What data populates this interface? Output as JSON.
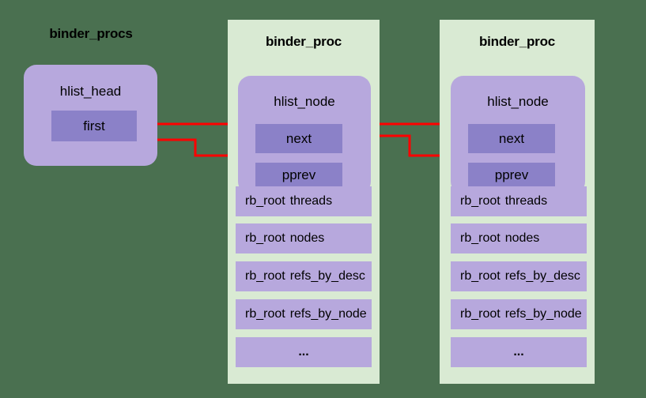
{
  "background_color": "#4a7050",
  "palette": {
    "proc_container": "#d9ead3",
    "node_container": "#b7a8dd",
    "field": "#8b81c8",
    "arrow": "#ff0000",
    "text": "#000000"
  },
  "list_head": {
    "title": "binder_procs",
    "node_label": "hlist_head",
    "field_label": "first"
  },
  "procs": [
    {
      "title": "binder_proc",
      "node_label": "hlist_node",
      "next_label": "next",
      "pprev_label": "pprev",
      "rows": [
        {
          "type": "rb_root",
          "name": "threads"
        },
        {
          "type": "rb_root",
          "name": "nodes"
        },
        {
          "type": "rb_root",
          "name": "refs_by_desc"
        },
        {
          "type": "rb_root",
          "name": "refs_by_node"
        },
        {
          "type": "",
          "name": "..."
        }
      ]
    },
    {
      "title": "binder_proc",
      "node_label": "hlist_node",
      "next_label": "next",
      "pprev_label": "pprev",
      "rows": [
        {
          "type": "rb_root",
          "name": "threads"
        },
        {
          "type": "rb_root",
          "name": "nodes"
        },
        {
          "type": "rb_root",
          "name": "refs_by_desc"
        },
        {
          "type": "rb_root",
          "name": "refs_by_node"
        },
        {
          "type": "",
          "name": "..."
        }
      ]
    }
  ]
}
